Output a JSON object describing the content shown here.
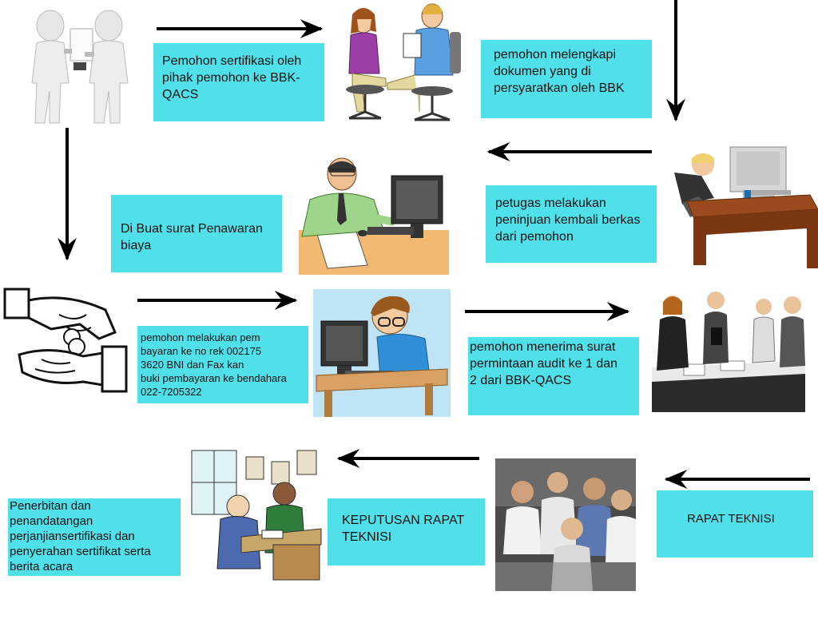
{
  "steps": {
    "s1": "Pemohon sertifikasi oleh\npihak pemohon ke BBK-\nQACS",
    "s2": "pemohon melengkapi\ndokumen yang di\npersyaratkan oleh BBK",
    "s3": "petugas melakukan\npeninjuan kembali berkas\ndari pemohon",
    "s4": "Di Buat surat Penawaran\nbiaya",
    "s5": "pemohon melakukan pem\nbayaran ke no rek 002175\n3620 BNI dan Fax kan\nbuki pembayaran ke bendahara\n022-7205322",
    "s6": "pemohon menerima surat\npermintaan audit ke 1 dan\n2 dari BBK-QACS",
    "s7": "RAPAT TEKNISI",
    "s8": "KEPUTUSAN RAPAT\nTEKNISI",
    "s9": "Penerbitan dan\npenandatangan\nperjanjiansertifikasi dan\npenyerahan sertifikat serta\nberita acara"
  },
  "colors": {
    "box": "#4fe0ea",
    "arrow": "#000000"
  },
  "illustrations": {
    "handshake": "figures-exchanging-document-illustration",
    "interview": "two-people-seated-interview-illustration",
    "desk_worker": "person-at-desk-computer-illustration",
    "clerk": "man-at-computer-with-papers-illustration",
    "payment": "hands-exchanging-coins-illustration",
    "boy_computer": "boy-at-computer-illustration",
    "meeting1": "business-meeting-illustration",
    "meeting2": "team-meeting-photo-illustration",
    "signing": "office-signing-cartoon-illustration"
  }
}
